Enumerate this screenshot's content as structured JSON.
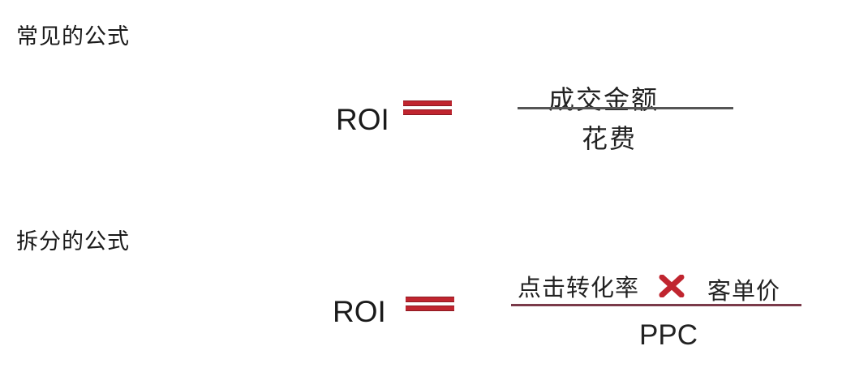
{
  "sections": {
    "common": {
      "title": "常见的公式",
      "lhs": "ROI",
      "numerator": "成交金额",
      "denominator": "花费"
    },
    "split": {
      "title": "拆分的公式",
      "lhs": "ROI",
      "numerator_left": "点击转化率",
      "numerator_right": "客单价",
      "denominator": "PPC"
    }
  },
  "icons": {
    "equals": "equals-icon",
    "multiply": "multiply-icon"
  },
  "colors": {
    "accent": "#c0252f",
    "text": "#1a1a1a",
    "fraction_line_1": "#555555",
    "fraction_line_2": "#7a3a4a"
  }
}
